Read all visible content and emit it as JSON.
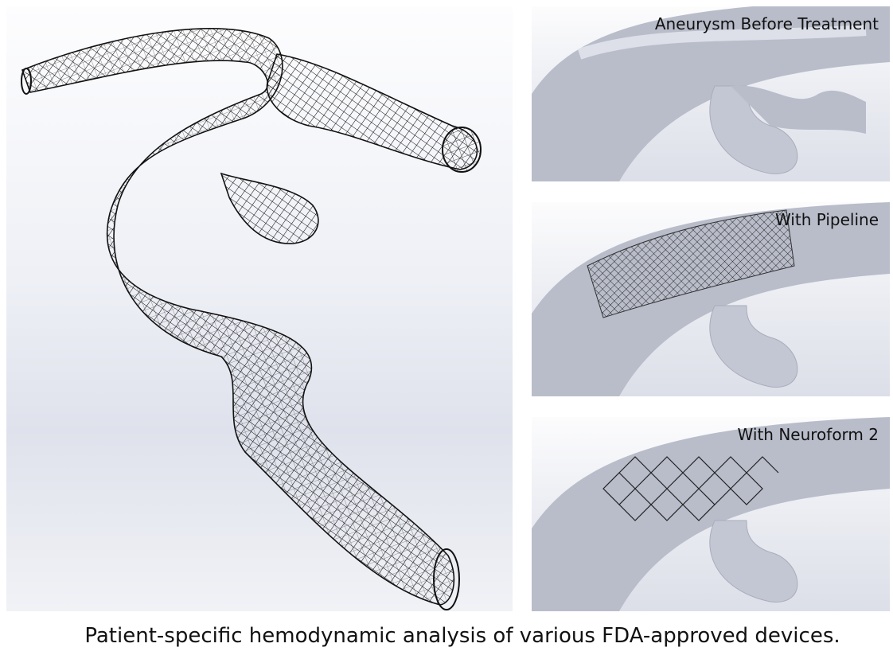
{
  "panels": [
    {
      "label": "Aneurysm Before Treatment",
      "device": "none"
    },
    {
      "label": "With Pipeline",
      "device": "braided-mesh"
    },
    {
      "label": "With Neuroform 2",
      "device": "open-cell-stent"
    }
  ],
  "caption": "Patient-specific hemodynamic analysis of various FDA-approved devices.",
  "colors": {
    "wireframe": "#111111",
    "vessel": "#b9bdca",
    "vessel_highlight": "#e6e8ef",
    "background": "#ffffff"
  },
  "images": {
    "wireframe_model": "wireframe-vessel-aneurysm-3d-model",
    "vessel_render": "smooth-vessel-render-with-aneurysm"
  }
}
